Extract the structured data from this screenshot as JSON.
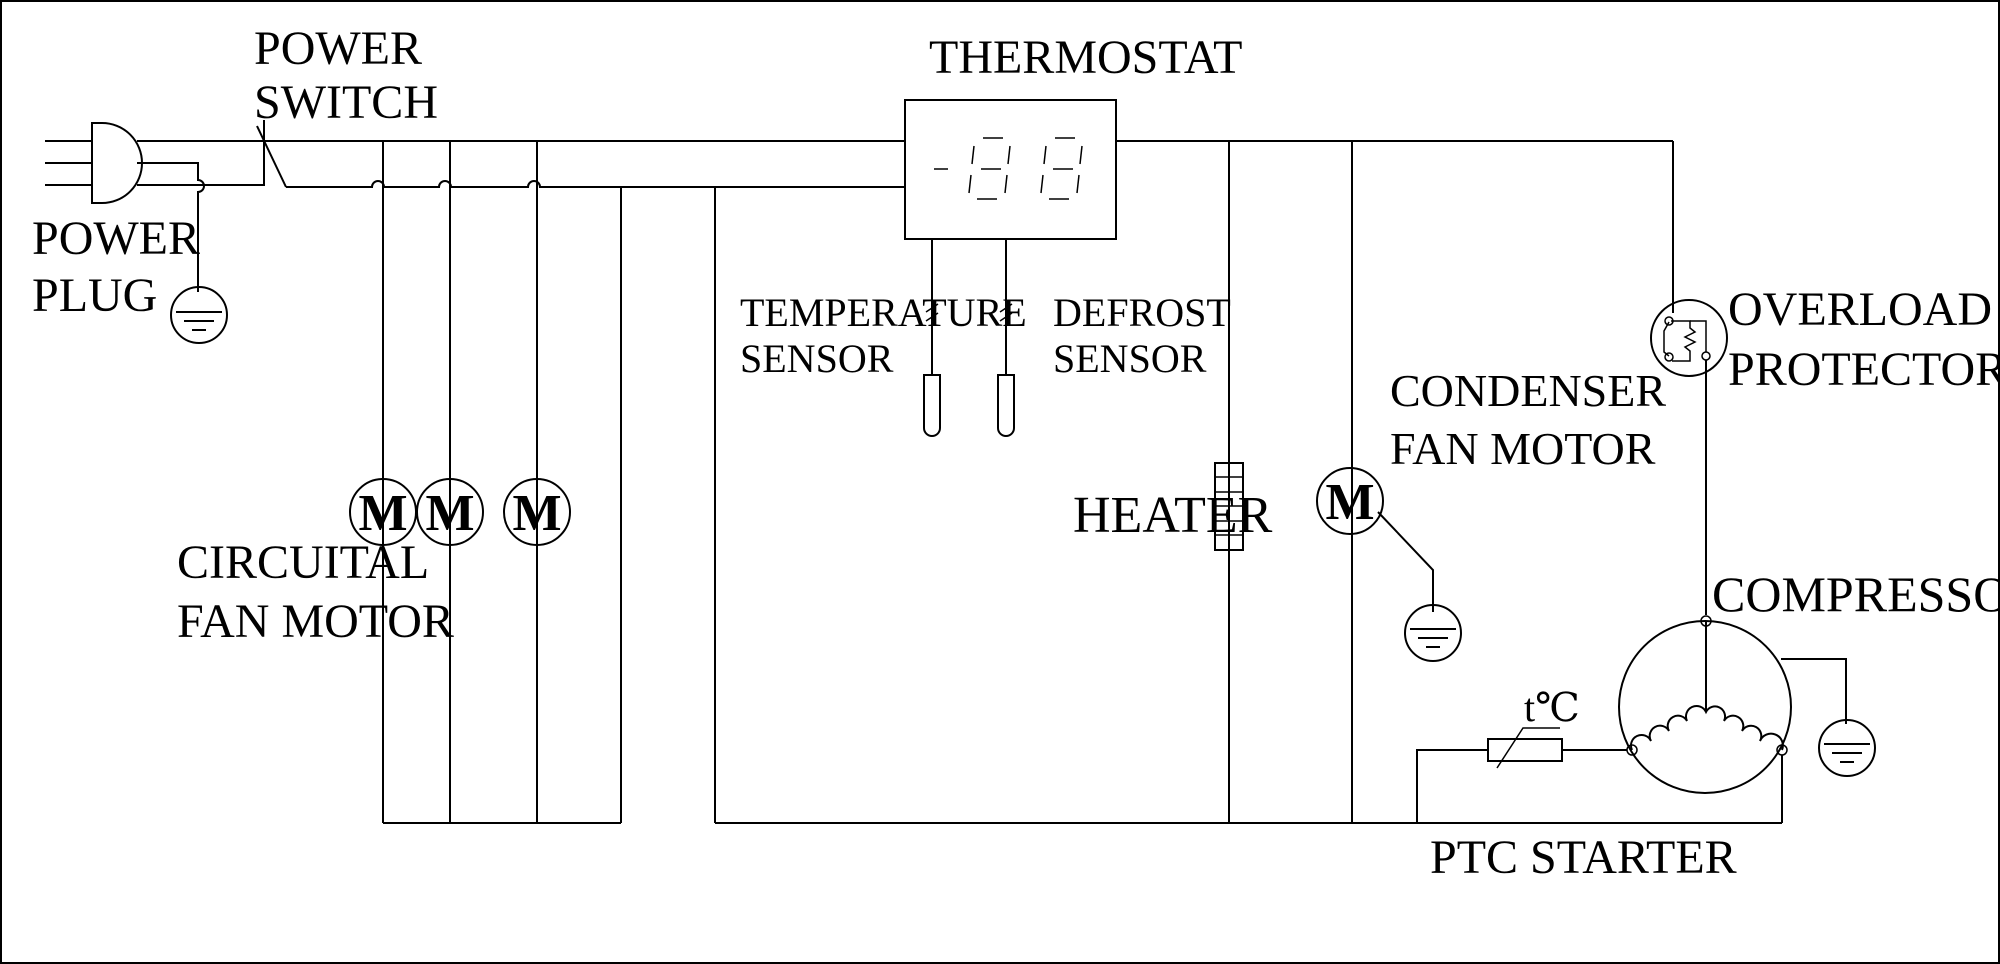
{
  "labels": {
    "power_switch": [
      "POWER",
      "SWITCH"
    ],
    "power_plug": [
      "POWER",
      "PLUG"
    ],
    "thermostat": "THERMOSTAT",
    "temperature_sensor": [
      "TEMPERATURE",
      "SENSOR"
    ],
    "defrost_sensor": [
      "DEFROST",
      "SENSOR"
    ],
    "overload_protector": [
      "OVERLOAD",
      "PROTECTOR"
    ],
    "condenser_fan_motor": [
      "CONDENSER",
      "FAN MOTOR"
    ],
    "heater": "HEATER",
    "circuital_fan_motor": [
      "CIRCUITAL",
      "FAN MOTOR"
    ],
    "compressor": "COMPRESSOR",
    "ptc_starter": "PTC STARTER",
    "ptc_symbol": "t℃"
  },
  "motor_letter": "M",
  "display_digits": "-88"
}
